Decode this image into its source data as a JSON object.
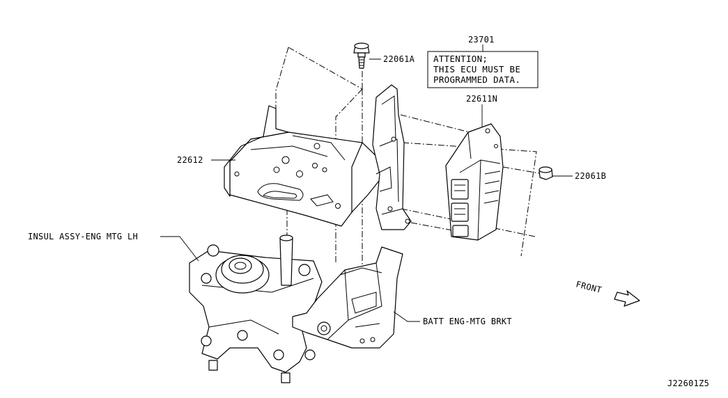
{
  "labels": {
    "ecu_assy": "23701",
    "ecu_note": [
      "ATTENTION;",
      "THIS ECU MUST BE",
      "PROGRAMMED DATA."
    ],
    "bolt_a": "22061A",
    "ecu_bracket": "22611N",
    "bolt_b": "22061B",
    "bracket_main": "22612",
    "insulator": "INSUL ASSY-ENG MTG LH",
    "batt_bracket": "BATT ENG-MTG BRKT",
    "front": "FRONT",
    "diagram_code": "J22601Z5"
  }
}
